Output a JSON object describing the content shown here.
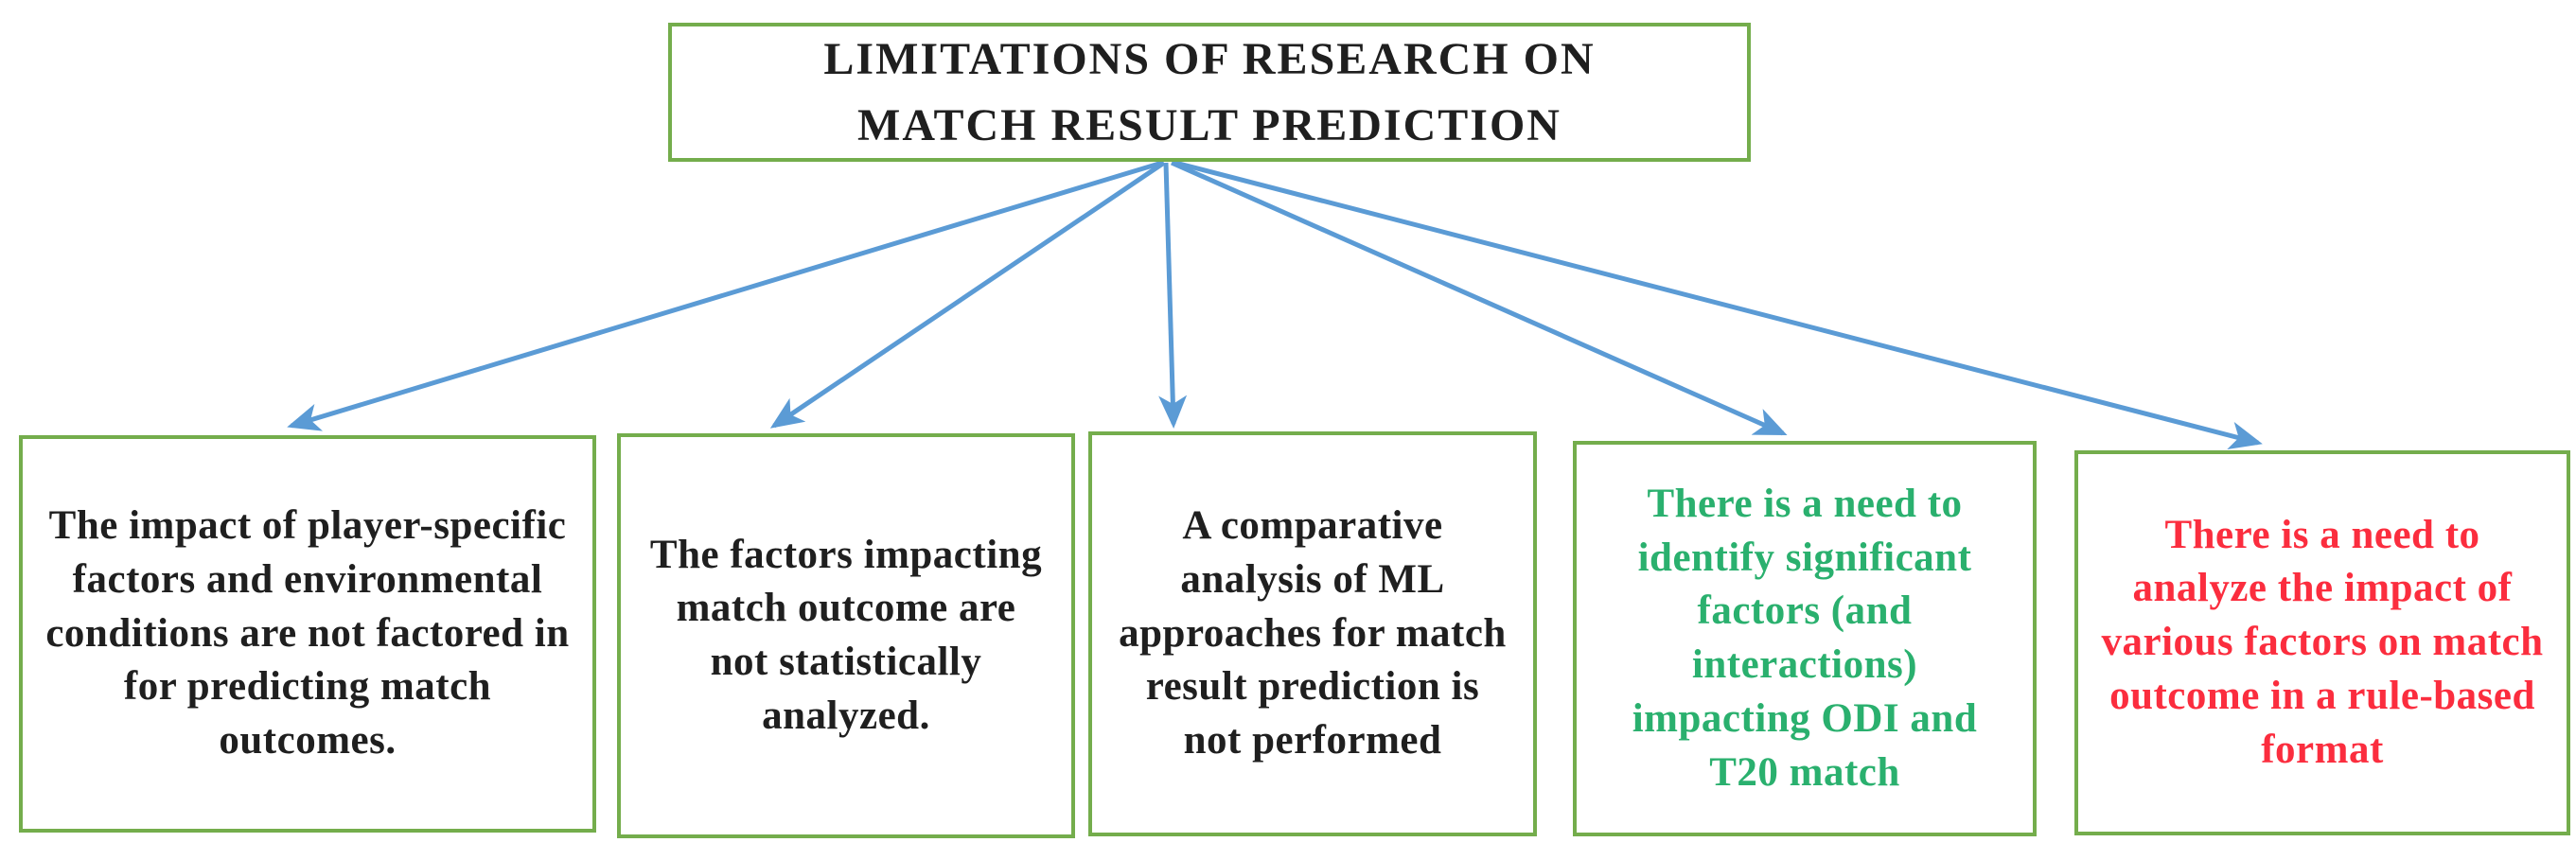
{
  "diagram": {
    "title": "LIMITATIONS OF RESEARCH ON\nMATCH RESULT PREDICTION",
    "boxes": [
      {
        "id": "limitation-1",
        "text": "The impact of player-specific factors and environmental conditions are not factored in for predicting match outcomes.",
        "color": "#1f1f1f"
      },
      {
        "id": "limitation-2",
        "text": "The factors impacting match outcome are not statistically analyzed.",
        "color": "#1f1f1f"
      },
      {
        "id": "limitation-3",
        "text": "A comparative analysis of ML approaches for match result prediction is not performed",
        "color": "#1f1f1f"
      },
      {
        "id": "limitation-4",
        "text": "There is a need to identify significant factors (and interactions) impacting ODI and T20 match",
        "color": "#2ab06e"
      },
      {
        "id": "limitation-5",
        "text": "There is a need to analyze the impact of various factors on match outcome in a rule-based format",
        "color": "#fb2d3e"
      }
    ],
    "colors": {
      "border_green": "#74ad4c",
      "arrow_blue": "#5b9bd5",
      "title_text": "#1f1f1f"
    }
  }
}
